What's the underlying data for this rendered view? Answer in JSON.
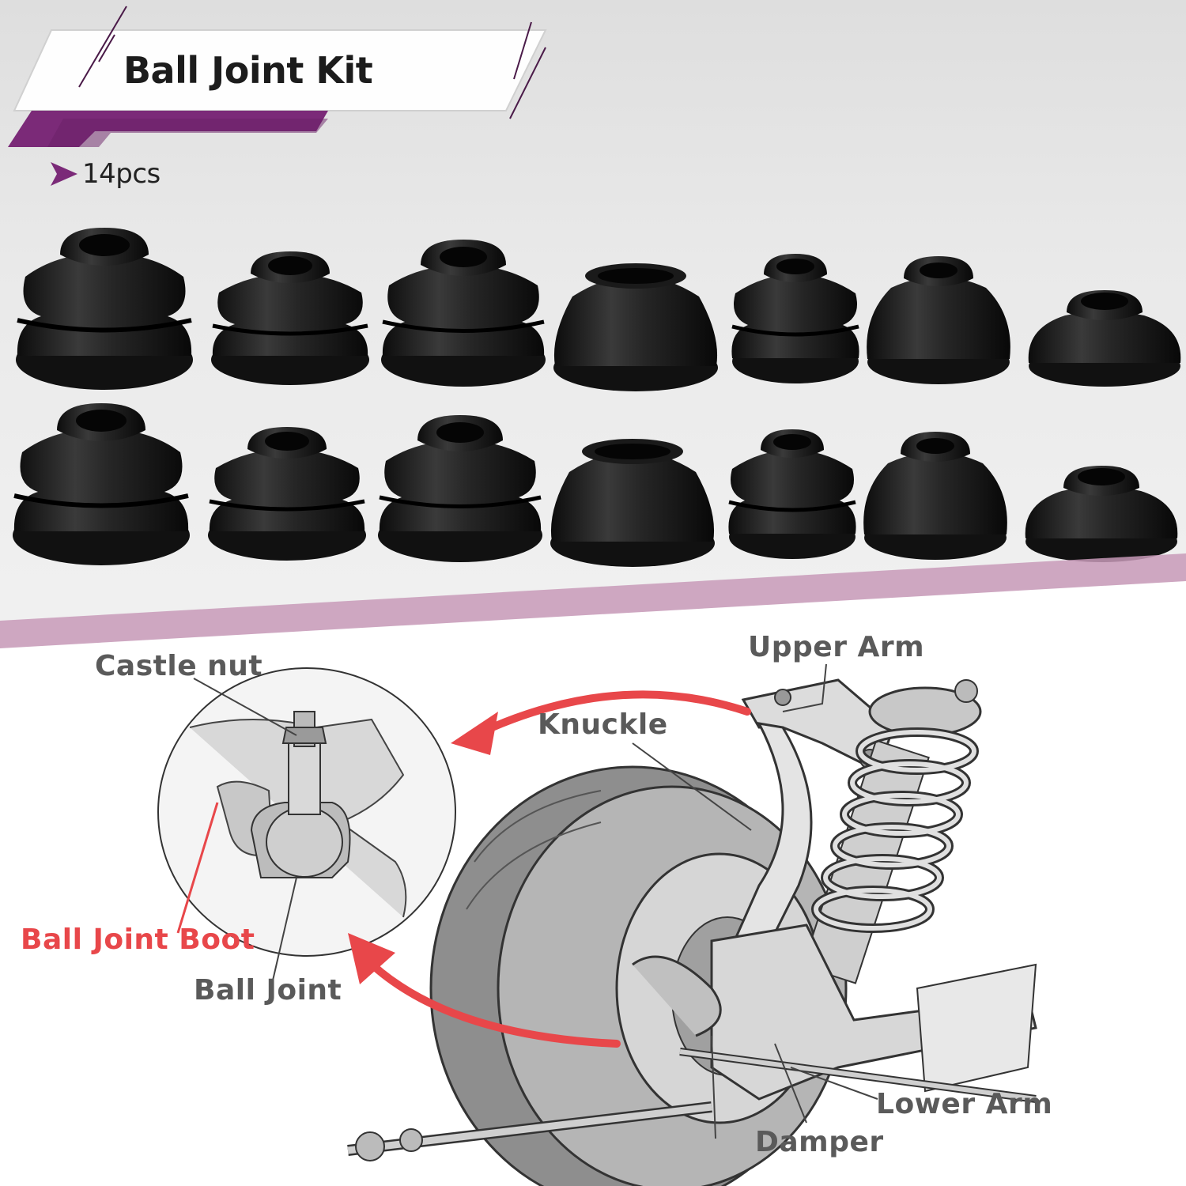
{
  "header": {
    "title": "Ball Joint Kit",
    "count": "14pcs",
    "accent_color": "#7b2a78",
    "stripe_color": "#c89ab8"
  },
  "products": {
    "rows": [
      [
        "boot",
        "boot",
        "boot",
        "boot",
        "boot",
        "boot",
        "boot"
      ],
      [
        "boot",
        "boot",
        "boot",
        "boot",
        "boot",
        "boot",
        "boot"
      ]
    ]
  },
  "diagram": {
    "labels": {
      "castle_nut": "Castle nut",
      "upper_arm": "Upper Arm",
      "knuckle": "Knuckle",
      "ball_joint_boot": "Ball Joint Boot",
      "ball_joint": "Ball Joint",
      "lower_arm": "Lower Arm",
      "damper": "Damper"
    },
    "highlight_color": "#e8474a"
  }
}
